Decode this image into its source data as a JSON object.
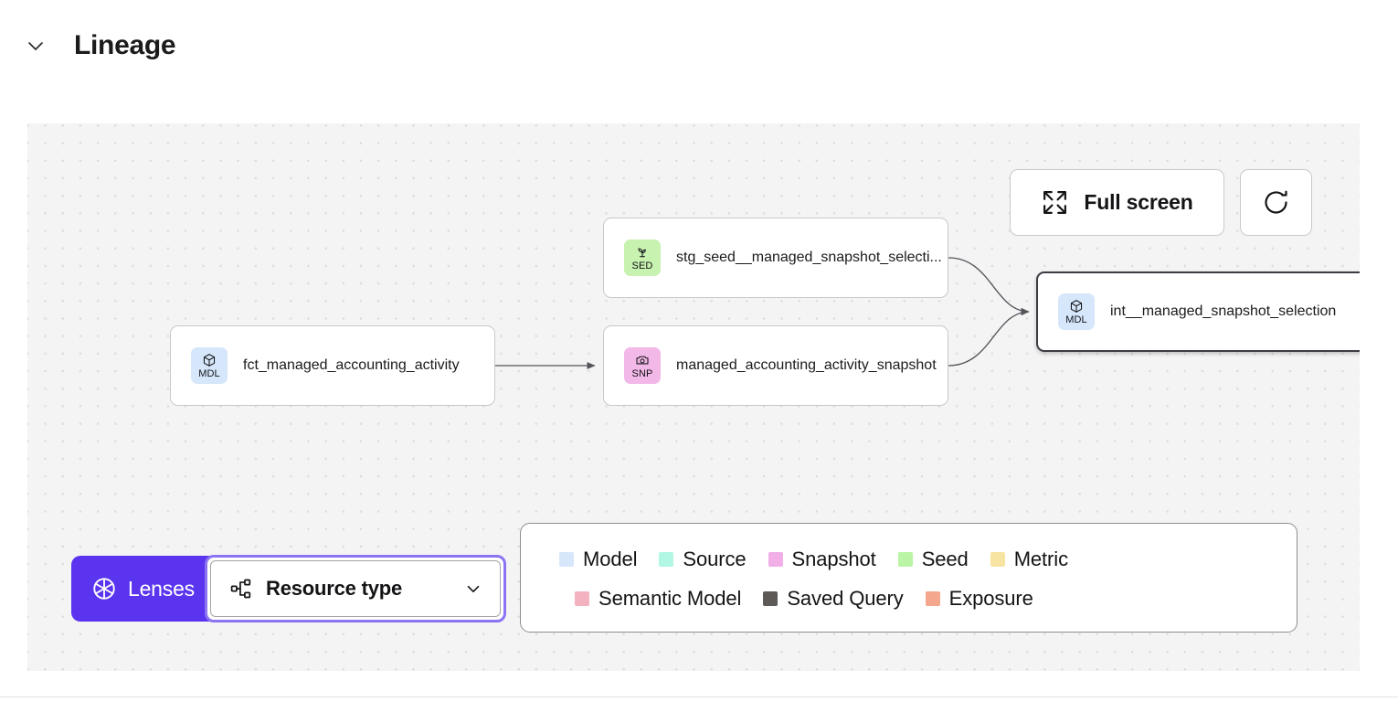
{
  "section": {
    "title": "Lineage",
    "collapse_icon": "chevron-down-icon",
    "expanded": true
  },
  "toolbar": {
    "fullscreen_label": "Full screen",
    "fullscreen_icon": "expand-arrows-icon",
    "refresh_icon": "refresh-icon"
  },
  "controls": {
    "lenses_label": "Lenses",
    "lenses_icon": "aperture-icon",
    "lenses_color": "#5b34ef",
    "resource_type_label": "Resource type",
    "resource_type_icon": "hierarchy-icon",
    "resource_type_caret": "chevron-down-icon",
    "focus_ring_color": "#8c73f2"
  },
  "graph": {
    "nodes": [
      {
        "id": "fct",
        "label": "fct_managed_accounting_activity",
        "abbr": "MDL",
        "type": "Model",
        "badge_color": "#d6e7fb",
        "icon": "cube-icon",
        "selected": false
      },
      {
        "id": "stg",
        "label": "stg_seed__managed_snapshot_selecti...",
        "abbr": "SED",
        "type": "Seed",
        "badge_color": "#c7f2b0",
        "icon": "seedling-icon",
        "selected": false
      },
      {
        "id": "snp",
        "label": "managed_accounting_activity_snapshot",
        "abbr": "SNP",
        "type": "Snapshot",
        "badge_color": "#f2b8e8",
        "icon": "camera-icon",
        "selected": false
      },
      {
        "id": "int",
        "label": "int__managed_snapshot_selection",
        "abbr": "MDL",
        "type": "Model",
        "badge_color": "#d6e7fb",
        "icon": "cube-icon",
        "selected": true
      }
    ],
    "edges": [
      {
        "from": "fct",
        "to": "snp"
      },
      {
        "from": "stg",
        "to": "int"
      },
      {
        "from": "snp",
        "to": "int"
      }
    ]
  },
  "legend": {
    "rows": [
      [
        {
          "label": "Model",
          "color": "#d6e7fb"
        },
        {
          "label": "Source",
          "color": "#b2f7e4"
        },
        {
          "label": "Snapshot",
          "color": "#f2aee6"
        },
        {
          "label": "Seed",
          "color": "#b9f5a4"
        },
        {
          "label": "Metric",
          "color": "#f7e4a3"
        }
      ],
      [
        {
          "label": "Semantic Model",
          "color": "#f2b2bf"
        },
        {
          "label": "Saved Query",
          "color": "#5e5a57"
        },
        {
          "label": "Exposure",
          "color": "#f4a78c"
        }
      ]
    ]
  }
}
